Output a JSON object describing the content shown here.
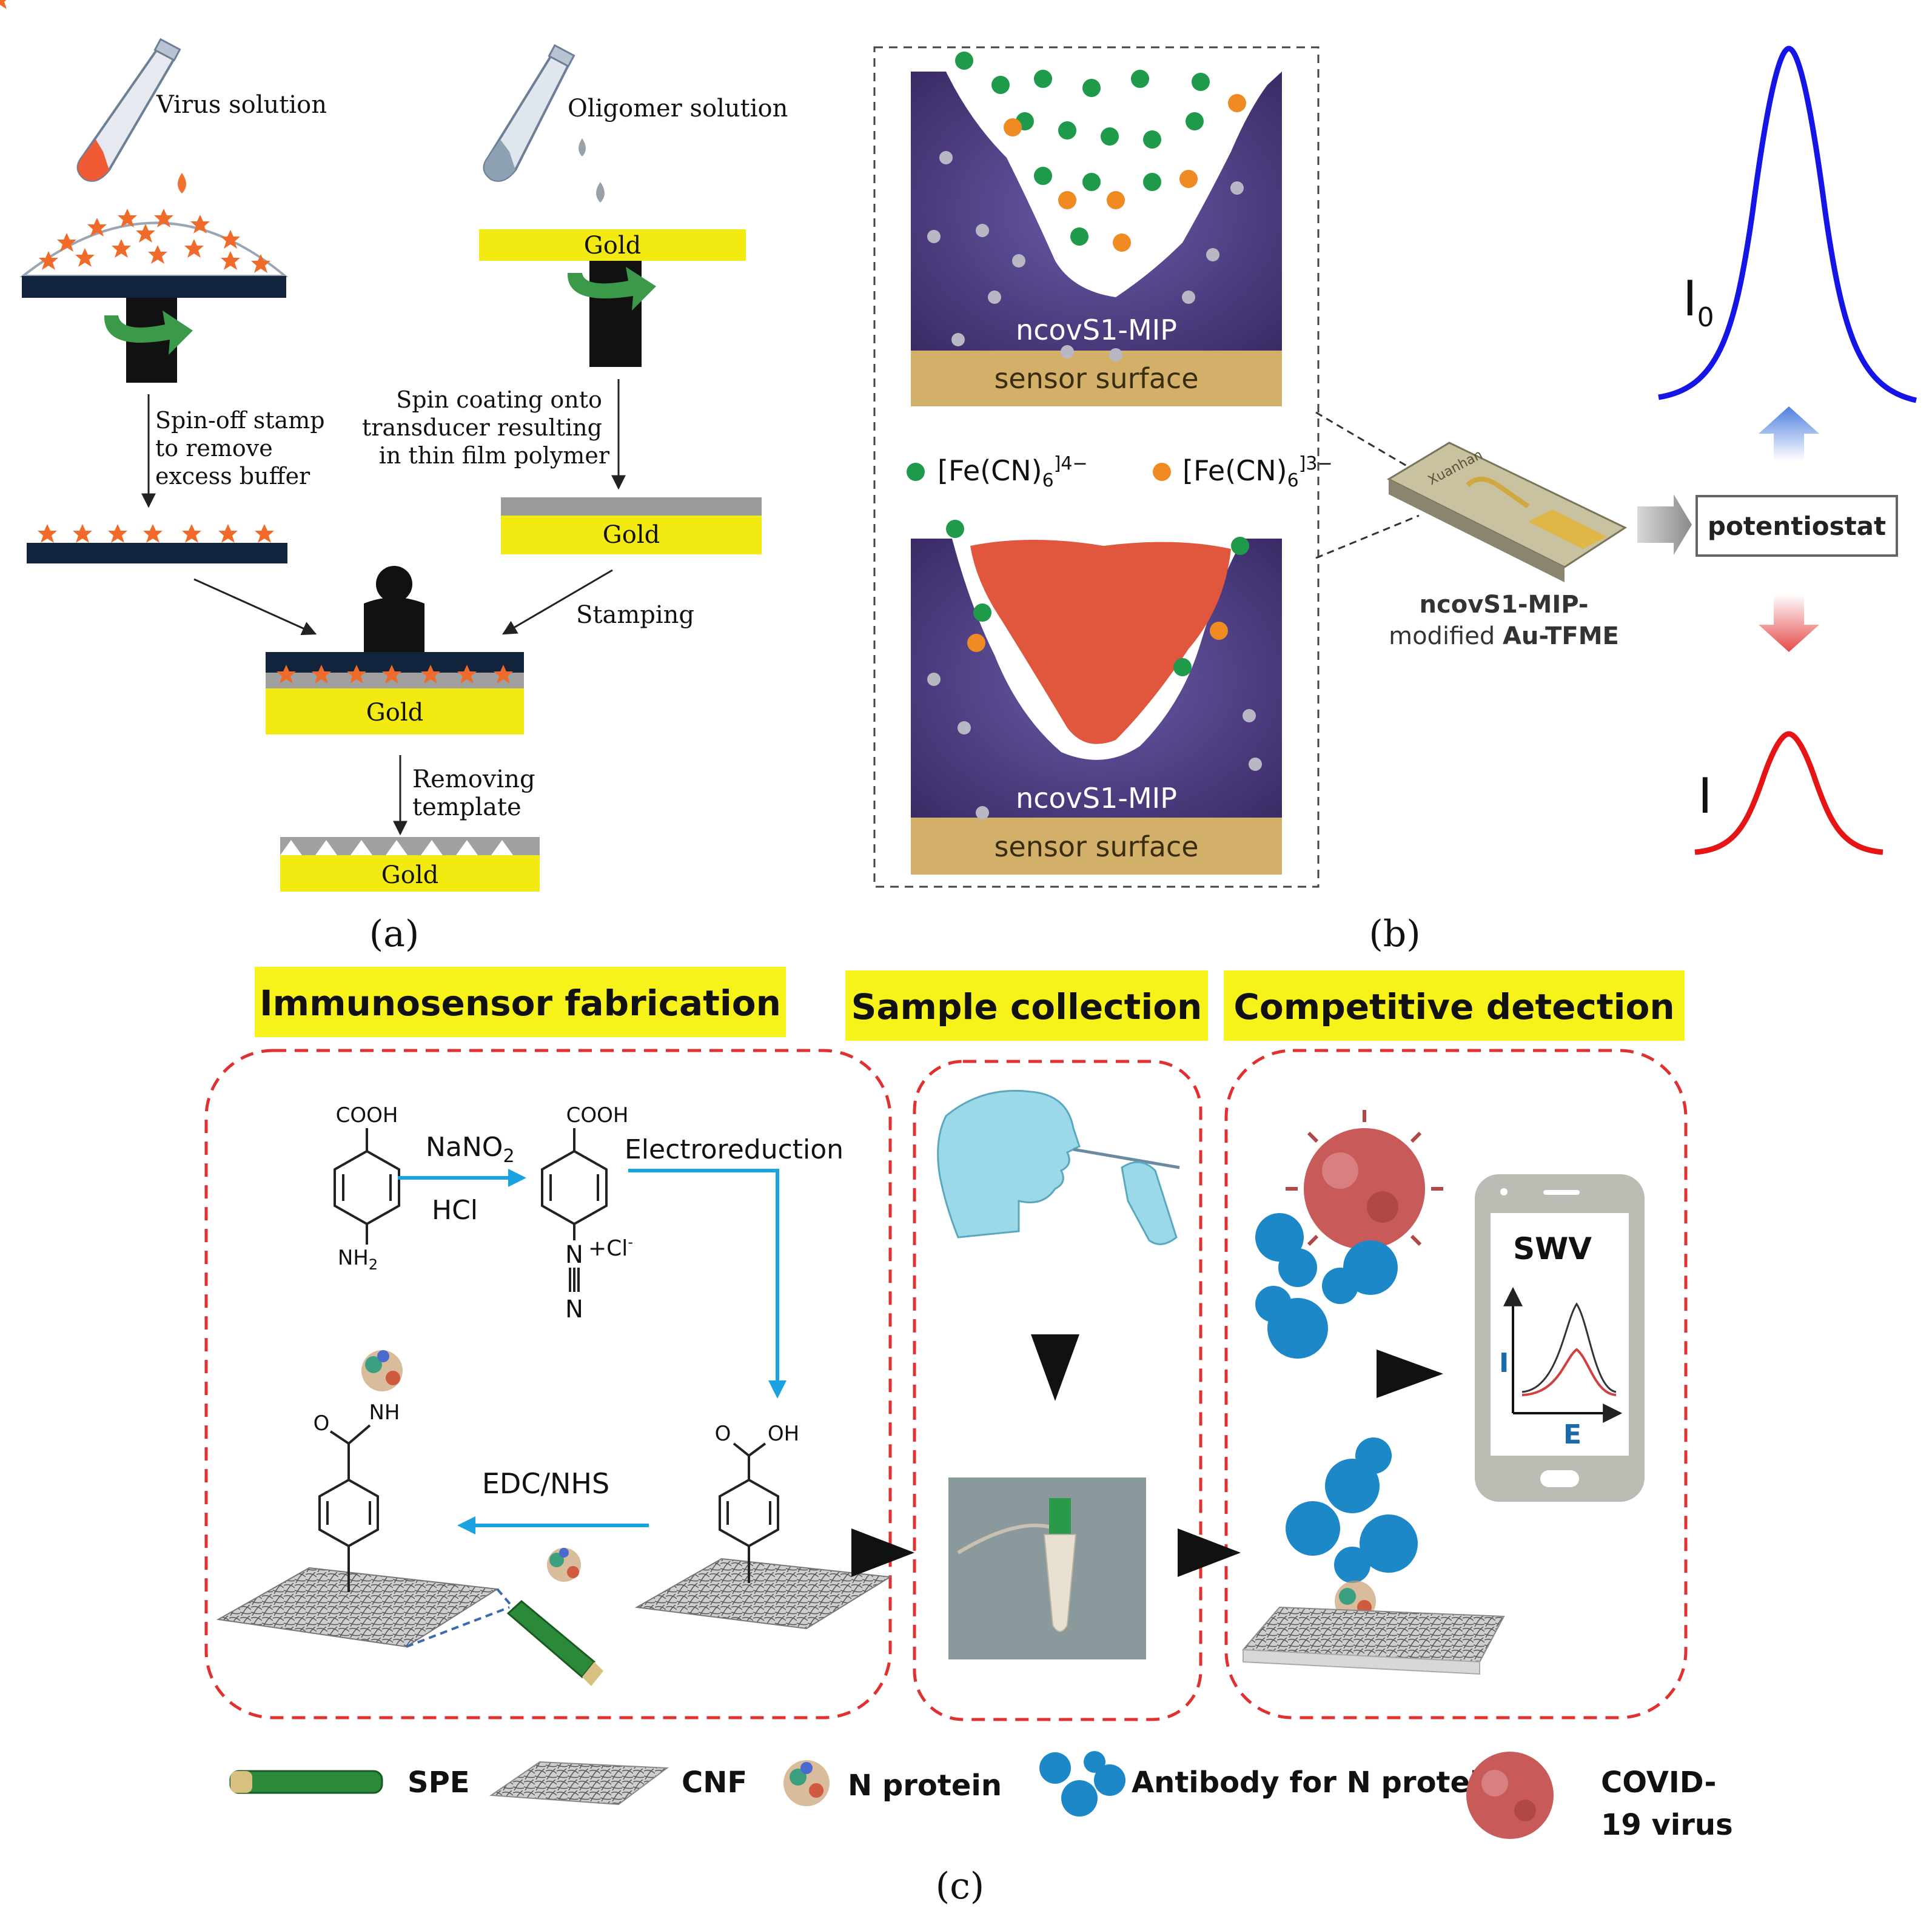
{
  "colors": {
    "gold": "#f2ea10",
    "navy": "#12233e",
    "star": "#f06a2a",
    "purple": "#4a3a78",
    "sensor": "#d2b06a",
    "protein": "#e0573d",
    "green_dot": "#1e9a4a",
    "orange_dot": "#f08a22",
    "blue_peak": "#1515e6",
    "red_peak": "#e61515",
    "dash_red": "#e03030",
    "label_yellow": "#f7f21a",
    "arrow_blue": "#1aa3e0",
    "antibody": "#1c88c8",
    "virus": "#c85a5a"
  },
  "panel_a": {
    "virus_solution": "Virus solution",
    "oligomer_solution": "Oligomer solution",
    "gold": "Gold",
    "spin_off": [
      "Spin-off stamp",
      "to remove",
      "excess buffer"
    ],
    "spin_coating": [
      "Spin coating onto",
      "transducer resulting",
      "in thin film polymer"
    ],
    "stamping": "Stamping",
    "removing": [
      "Removing",
      "template"
    ],
    "label": "(a)"
  },
  "panel_b": {
    "mip": "ncovS1-MIP",
    "sensor_surface": "sensor surface",
    "legend_ferro": "[Fe(CN)",
    "legend_ferro_sub": "6",
    "legend_ferro_sup": "]4−",
    "legend_ferri_sup": "]3−",
    "device_text": "Xuanhan",
    "device_caption_1": "ncovS1-MIP-",
    "device_caption_2a": "modified ",
    "device_caption_2b": "Au-TFME",
    "potentiostat": "potentiostat",
    "i0": "I",
    "i0_sub": "0",
    "i": "I",
    "label": "(b)"
  },
  "panel_c": {
    "fabrication": "Immunosensor fabrication",
    "collection": "Sample collection",
    "detection": "Competitive detection",
    "cooh": "COOH",
    "nh2": "NH",
    "nh2_sub": "2",
    "nano2": "NaNO",
    "nano2_sub": "2",
    "hcl": "HCl",
    "n_plus": "N",
    "cl": "+Cl",
    "cl_sup": "-",
    "n": "N",
    "electroreduction": "Electroreduction",
    "oh": "OH",
    "o": "O",
    "edc_nhs": "EDC/NHS",
    "nh": "NH",
    "swv": "SWV",
    "axis_i": "I",
    "axis_e": "E",
    "legend_spe": "SPE",
    "legend_cnf": "CNF",
    "legend_nprotein": "N protein",
    "legend_antibody": "Antibody for N protein",
    "legend_covid_1": "COVID-",
    "legend_covid_2": "19 virus",
    "label": "(c)"
  }
}
